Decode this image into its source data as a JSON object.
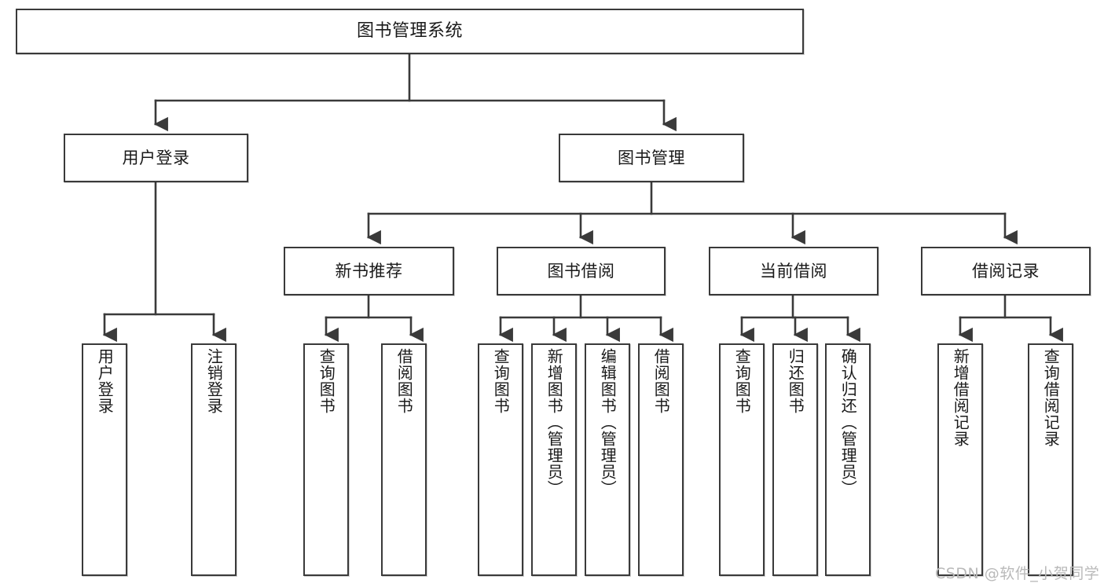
{
  "diagram": {
    "title": "图书管理系统",
    "type": "tree-hierarchy-diagram",
    "colors": {
      "box_border": "#3a3a3a",
      "box_fill": "#ffffff",
      "edge": "#3a3a3a",
      "text": "#1a1a1a",
      "watermark": "#b9b9b9",
      "background": "#ffffff"
    },
    "watermark": "CSDN @软件_小贺同学"
  },
  "nodes": {
    "root": {
      "label": "图书管理系统"
    },
    "level2": [
      {
        "id": "user-login",
        "label": "用户登录"
      },
      {
        "id": "book-manage",
        "label": "图书管理"
      }
    ],
    "level3": [
      {
        "id": "new-book-recommend",
        "label": "新书推荐"
      },
      {
        "id": "book-borrow",
        "label": "图书借阅"
      },
      {
        "id": "current-borrow",
        "label": "当前借阅"
      },
      {
        "id": "borrow-record",
        "label": "借阅记录"
      }
    ],
    "leaves": {
      "user_login": [
        {
          "id": "leaf-user-login",
          "label": "用户登录"
        },
        {
          "id": "leaf-logout-login",
          "label": "注销登录"
        }
      ],
      "new_book_recommend": [
        {
          "id": "leaf-query-book-1",
          "label": "查询图书"
        },
        {
          "id": "leaf-borrow-book-1",
          "label": "借阅图书"
        }
      ],
      "book_borrow": [
        {
          "id": "leaf-query-book-2",
          "label": "查询图书"
        },
        {
          "id": "leaf-add-book",
          "label": "新增图书（管理员）"
        },
        {
          "id": "leaf-edit-book",
          "label": "编辑图书（管理员）"
        },
        {
          "id": "leaf-borrow-book-2",
          "label": "借阅图书"
        }
      ],
      "current_borrow": [
        {
          "id": "leaf-query-book-3",
          "label": "查询图书"
        },
        {
          "id": "leaf-return-book",
          "label": "归还图书"
        },
        {
          "id": "leaf-confirm-return",
          "label": "确认归还（管理员）"
        }
      ],
      "borrow_record": [
        {
          "id": "leaf-add-record",
          "label": "新增借阅记录"
        },
        {
          "id": "leaf-query-record",
          "label": "查询借阅记录"
        }
      ]
    }
  }
}
